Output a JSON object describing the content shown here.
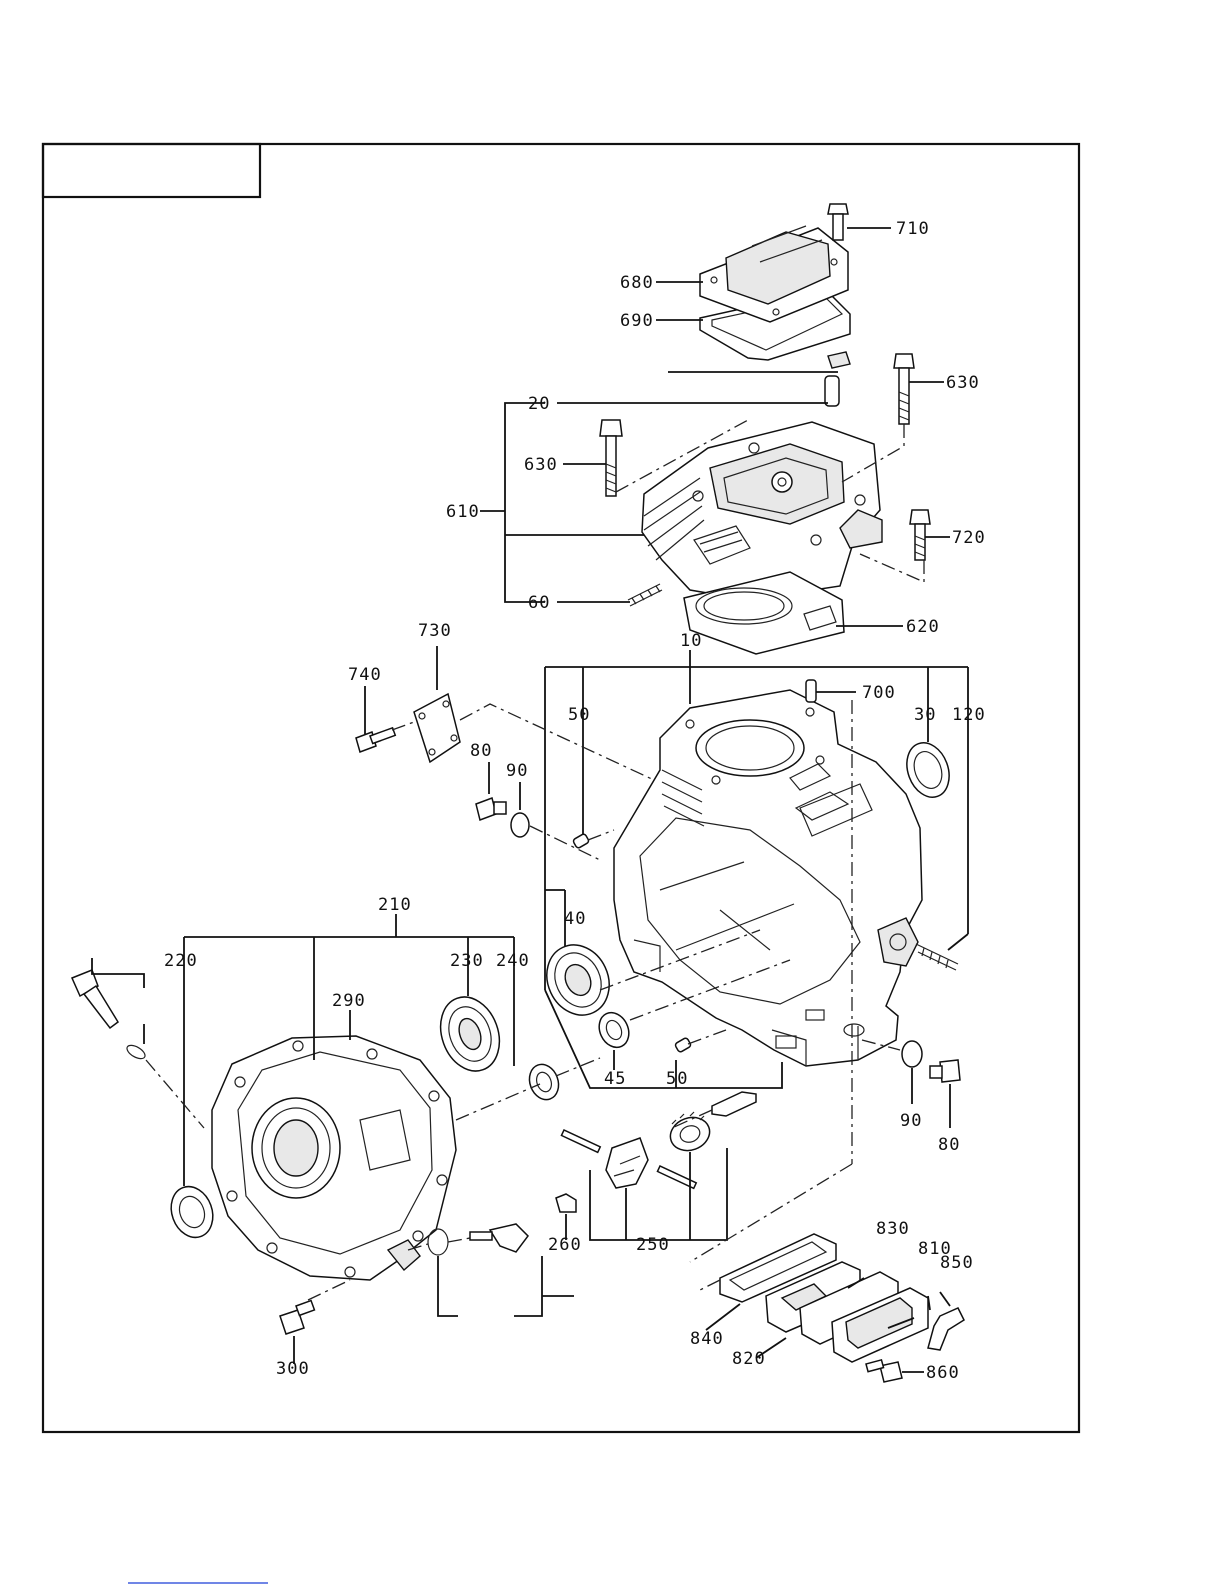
{
  "labels": {
    "p10": "10",
    "p20": "20",
    "p30": "30",
    "p40": "40",
    "p45": "45",
    "p50a": "50",
    "p50b": "50",
    "p60": "60",
    "p80a": "80",
    "p80b": "80",
    "p90a": "90",
    "p90b": "90",
    "p120": "120",
    "p210": "210",
    "p220": "220",
    "p230": "230",
    "p240": "240",
    "p250": "250",
    "p260": "260",
    "p290": "290",
    "p300": "300",
    "p610": "610",
    "p620": "620",
    "p630a": "630",
    "p630b": "630",
    "p680": "680",
    "p690": "690",
    "p700": "700",
    "p710": "710",
    "p720": "720",
    "p730": "730",
    "p740": "740",
    "p810": "810",
    "p820": "820",
    "p830": "830",
    "p840": "840",
    "p850": "850",
    "p860": "860"
  },
  "link_color": "#1a3fd6"
}
